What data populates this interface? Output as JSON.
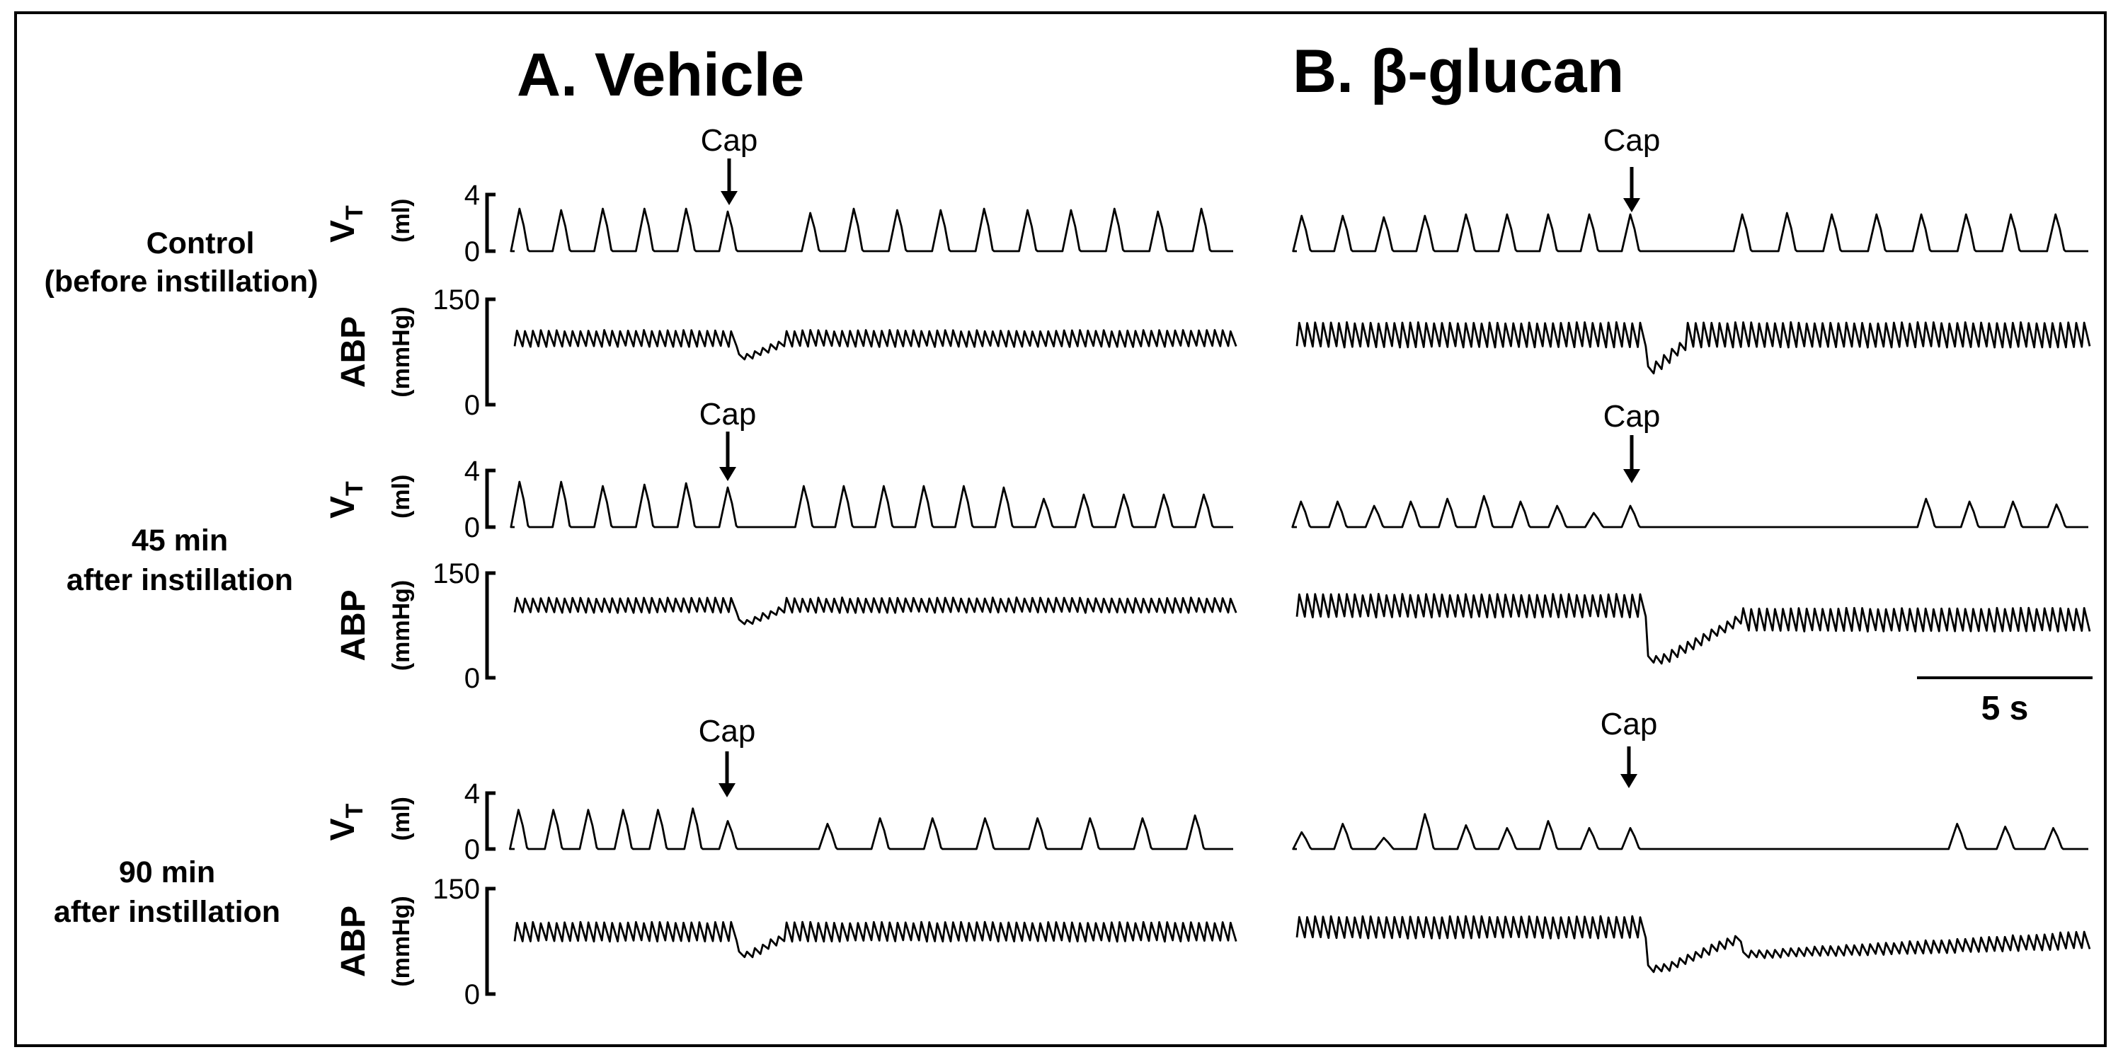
{
  "panels": [
    {
      "title": "A. Vehicle"
    },
    {
      "title": "B. β-glucan"
    }
  ],
  "conditions": [
    {
      "line1": "Control",
      "line2": "(before instillation)"
    },
    {
      "line1": "45 min",
      "line2": "after instillation"
    },
    {
      "line1": "90 min",
      "line2": "after instillation"
    }
  ],
  "marker_label": "Cap",
  "vt": {
    "label_main": "V",
    "label_sub": "T",
    "unit": "(ml)",
    "tick_top": "4",
    "tick_bottom": "0"
  },
  "abp": {
    "label": "ABP",
    "unit": "(mmHg)",
    "tick_top": "150",
    "tick_bottom": "0"
  },
  "scale_bar": {
    "label": "5 s",
    "seconds": 5
  },
  "traces": [
    {
      "panel": "vehicle",
      "row": 0,
      "vt_peaks": [
        3.0,
        2.9,
        3.0,
        3.0,
        3.0,
        2.8,
        2.7,
        3.0,
        2.9,
        2.9,
        3.0,
        2.9,
        2.9,
        3.0,
        2.8,
        3.0
      ],
      "abp_base": 92,
      "abp_pulse": 22,
      "abp_dip": 68
    },
    {
      "panel": "beta-glucan",
      "row": 0,
      "vt_peaks": [
        2.5,
        2.5,
        2.4,
        2.5,
        2.6,
        2.6,
        2.6,
        2.6,
        2.6,
        2.6,
        2.7,
        2.6,
        2.6,
        2.6,
        2.6,
        2.6,
        2.6
      ],
      "abp_base": 96,
      "abp_pulse": 34,
      "abp_dip": 48
    },
    {
      "panel": "vehicle",
      "row": 1,
      "vt_peaks": [
        3.2,
        3.2,
        2.9,
        3.0,
        3.1,
        2.8,
        2.9,
        2.9,
        2.9,
        2.9,
        2.9,
        2.8,
        2.0,
        2.3,
        2.3,
        2.3,
        2.3
      ],
      "abp_base": 102,
      "abp_pulse": 20,
      "abp_dip": 80
    },
    {
      "panel": "beta-glucan",
      "row": 1,
      "vt_peaks": [
        1.8,
        1.8,
        1.5,
        1.8,
        2.0,
        2.2,
        1.8,
        1.5,
        1.0,
        1.5,
        2.0,
        1.8,
        1.8,
        1.6
      ],
      "abp_base": 100,
      "abp_pulse": 32,
      "abp_dip": 25
    },
    {
      "panel": "vehicle",
      "row": 2,
      "vt_peaks": [
        2.8,
        2.8,
        2.8,
        2.8,
        2.8,
        2.9,
        2.0,
        1.8,
        2.2,
        2.2,
        2.2,
        2.2,
        2.2,
        2.2,
        2.4
      ],
      "abp_base": 86,
      "abp_pulse": 26,
      "abp_dip": 55
    },
    {
      "panel": "beta-glucan",
      "row": 2,
      "vt_peaks": [
        1.2,
        1.8,
        0.8,
        2.5,
        1.7,
        1.5,
        2.0,
        1.5,
        1.5,
        1.8,
        1.6,
        1.5
      ],
      "abp_base": 92,
      "abp_pulse": 30,
      "abp_dip": 35
    }
  ]
}
